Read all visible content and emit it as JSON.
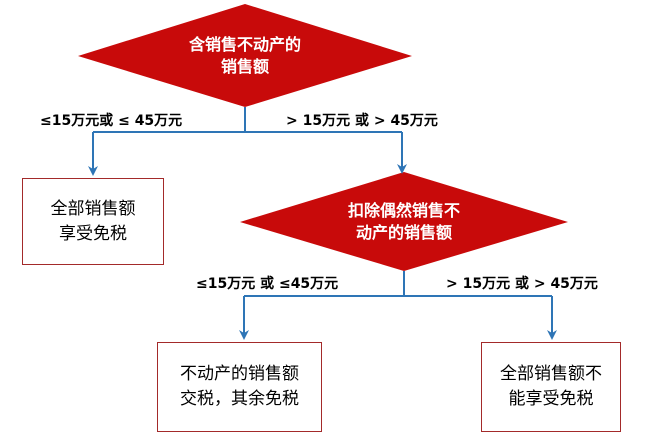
{
  "colors": {
    "decision_fill": "#c80a0a",
    "decision_text": "#ffffff",
    "box_border": "#a32a2a",
    "arrow": "#2e75b6"
  },
  "decision1": {
    "line1": "含销售不动产的",
    "line2": "销售额"
  },
  "decision2": {
    "line1": "扣除偶然销售不",
    "line2": "动产的销售额"
  },
  "edges": {
    "d1_left": "≤15万元或 ≤ 45万元",
    "d1_right": "> 15万元 或 > 45万元",
    "d2_left": "≤15万元 或 ≤45万元",
    "d2_right": "> 15万元 或 > 45万元"
  },
  "boxes": {
    "exempt_all": {
      "line1": "全部销售额",
      "line2": "享受免税"
    },
    "partial": {
      "line1": "不动产的销售额",
      "line2": "交税，其余免税"
    },
    "no_exempt": {
      "line1": "全部销售额不",
      "line2": "能享受免税"
    }
  }
}
